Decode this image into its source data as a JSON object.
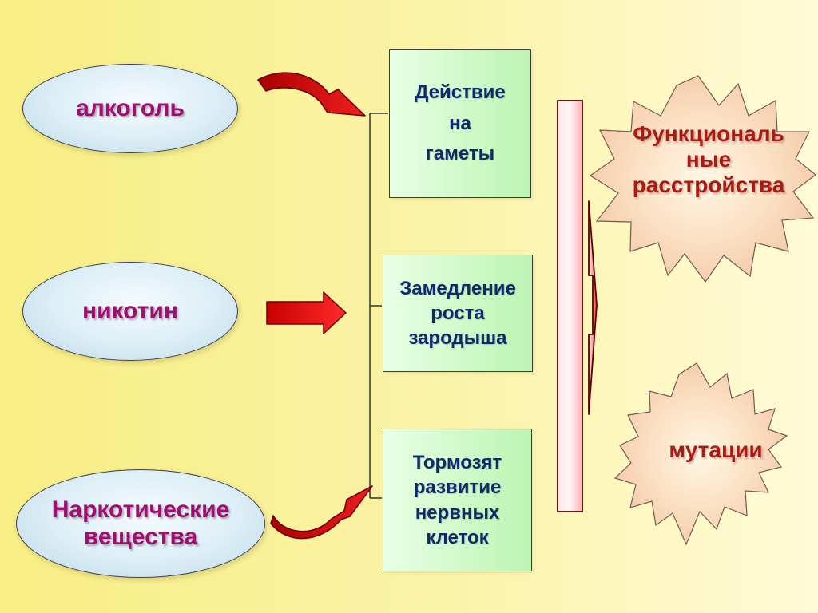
{
  "sources": [
    {
      "label": "алкоголь"
    },
    {
      "label": "никотин"
    },
    {
      "label": "Наркотические\nвещества"
    }
  ],
  "effects": [
    {
      "label": "Действие\nна\nгаметы"
    },
    {
      "label": "Замедление\nроста\nзародыша"
    },
    {
      "label": "Тормозят\nразвитие\nнервных\nклеток"
    }
  ],
  "outcomes": [
    {
      "label": "Функциональ\nные\nрасстройства"
    },
    {
      "label": "мутации"
    }
  ]
}
